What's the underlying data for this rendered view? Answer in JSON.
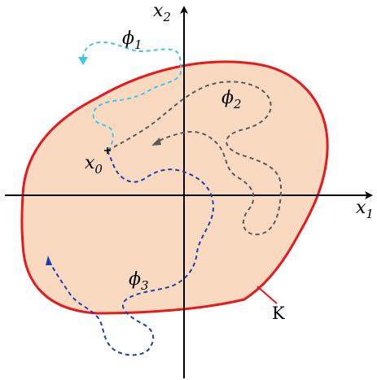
{
  "axes": {
    "x_label": "x",
    "x_label_sub": "1",
    "y_label": "x",
    "y_label_sub": "2"
  },
  "point": {
    "label": "x",
    "label_sub": "0"
  },
  "region": {
    "label": "K",
    "fill_color": "#fad9c1",
    "stroke_color": "#e8191b"
  },
  "paths": [
    {
      "id": "phi1",
      "label": "ϕ",
      "label_sub": "1",
      "color": "#3ec6ec"
    },
    {
      "id": "phi2",
      "label": "ϕ",
      "label_sub": "2",
      "color": "#5a5a5a"
    },
    {
      "id": "phi3",
      "label": "ϕ",
      "label_sub": "3",
      "color": "#1f3fb0"
    }
  ],
  "axis_color": "#000000"
}
